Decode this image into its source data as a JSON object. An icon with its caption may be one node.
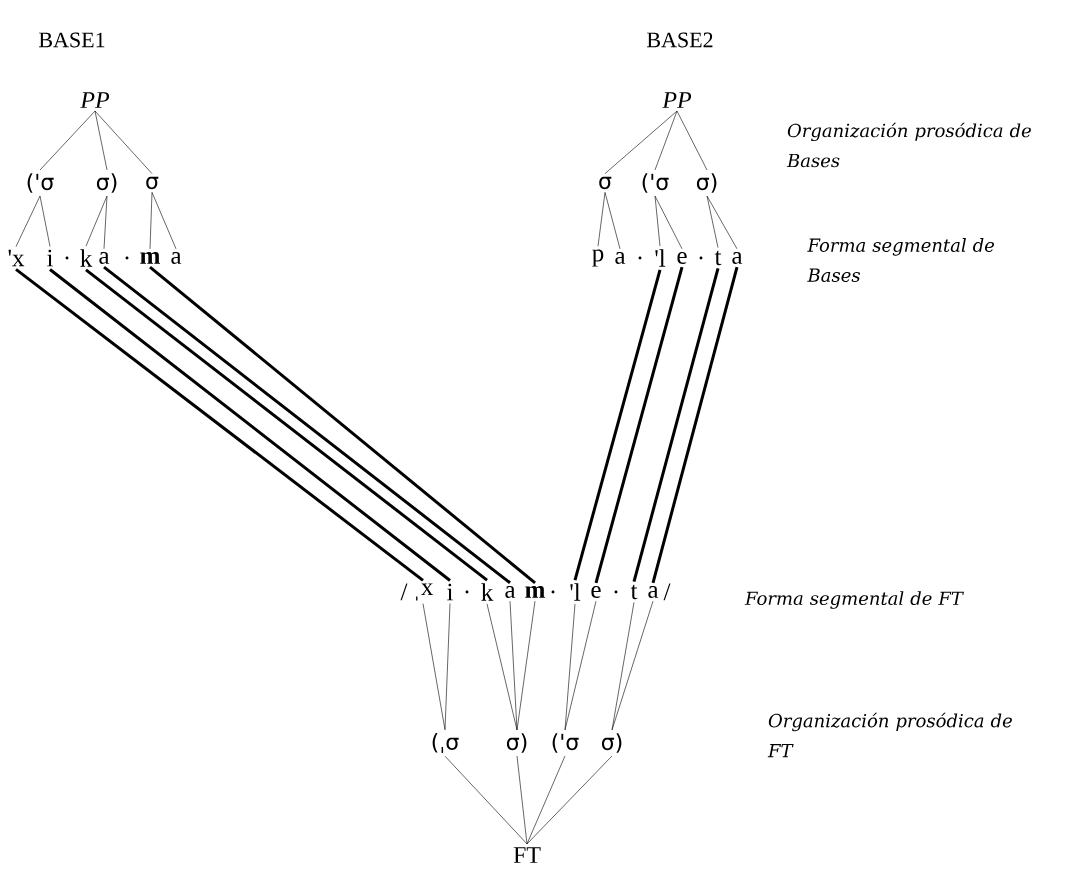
{
  "diagram": {
    "nodes": [
      {
        "text": [
          "PP"
        ]
      },
      {
        "text": [
          "('σ"
        ]
      },
      {
        "text": [
          "σ)"
        ]
      },
      {
        "text": [
          "σ"
        ]
      },
      {
        "text": [
          "'x"
        ]
      },
      {
        "text": [
          "i"
        ]
      },
      {
        "text": [
          "k"
        ]
      },
      {
        "text": [
          "a"
        ]
      },
      {
        "text": [
          "**m**"
        ]
      },
      {
        "text": [
          "a"
        ]
      },
      {
        "text": [
          "PP"
        ]
      },
      {
        "text": [
          "σ"
        ]
      },
      {
        "text": [
          "('σ"
        ]
      },
      {
        "text": [
          "σ)"
        ]
      },
      {
        "text": [
          "p"
        ]
      },
      {
        "text": [
          "a"
        ]
      },
      {
        "text": [
          "'l"
        ]
      },
      {
        "text": [
          "e"
        ]
      },
      {
        "text": [
          "t"
        ]
      },
      {
        "text": [
          "a"
        ]
      },
      {
        "text": [
          "ˌx"
        ]
      },
      {
        "text": [
          "i"
        ]
      },
      {
        "text": [
          "k"
        ]
      },
      {
        "text": [
          "a"
        ]
      },
      {
        "text": [
          "**m**"
        ]
      },
      {
        "text": [
          "'l"
        ]
      },
      {
        "text": [
          "e"
        ]
      },
      {
        "text": [
          "t"
        ]
      },
      {
        "text": [
          "a"
        ]
      },
      {
        "text": [
          "(ˌσ"
        ]
      },
      {
        "text": [
          "σ)"
        ]
      },
      {
        "text": [
          "('σ"
        ]
      },
      {
        "text": [
          "σ)"
        ]
      },
      {
        "text": [
          "FT"
        ]
      }
    ],
    "edges": [
      {
        "from": 0,
        "to": 1,
        "arrow": "none"
      },
      {
        "from": 0,
        "to": 2,
        "arrow": "none"
      },
      {
        "from": 0,
        "to": 3,
        "arrow": "none"
      },
      {
        "from": 1,
        "to": 4,
        "arrow": "none"
      },
      {
        "from": 1,
        "to": 5,
        "arrow": "none"
      },
      {
        "from": 2,
        "to": 6,
        "arrow": "none"
      },
      {
        "from": 2,
        "to": 7,
        "arrow": "none"
      },
      {
        "from": 3,
        "to": 8,
        "arrow": "none"
      },
      {
        "from": 3,
        "to": 9,
        "arrow": "none"
      },
      {
        "from": 10,
        "to": 11,
        "arrow": "none"
      },
      {
        "from": 10,
        "to": 12,
        "arrow": "none"
      },
      {
        "from": 10,
        "to": 13,
        "arrow": "none"
      },
      {
        "from": 11,
        "to": 14,
        "arrow": "none"
      },
      {
        "from": 11,
        "to": 15,
        "arrow": "none"
      },
      {
        "from": 12,
        "to": 16,
        "arrow": "none"
      },
      {
        "from": 12,
        "to": 17,
        "arrow": "none"
      },
      {
        "from": 13,
        "to": 18,
        "arrow": "none"
      },
      {
        "from": 13,
        "to": 19,
        "arrow": "none"
      },
      {
        "from": 4,
        "to": 20,
        "arrow": "none",
        "style": "thick"
      },
      {
        "from": 5,
        "to": 21,
        "arrow": "none",
        "style": "thick"
      },
      {
        "from": 6,
        "to": 22,
        "arrow": "none",
        "style": "thick"
      },
      {
        "from": 7,
        "to": 23,
        "arrow": "none",
        "style": "thick"
      },
      {
        "from": 8,
        "to": 24,
        "arrow": "none",
        "style": "thick"
      },
      {
        "from": 16,
        "to": 25,
        "arrow": "none",
        "style": "thick"
      },
      {
        "from": 17,
        "to": 26,
        "arrow": "none",
        "style": "thick"
      },
      {
        "from": 18,
        "to": 27,
        "arrow": "none",
        "style": "thick"
      },
      {
        "from": 19,
        "to": 28,
        "arrow": "none",
        "style": "thick"
      },
      {
        "from": 20,
        "to": 29,
        "arrow": "none"
      },
      {
        "from": 21,
        "to": 29,
        "arrow": "none"
      },
      {
        "from": 22,
        "to": 30,
        "arrow": "none"
      },
      {
        "from": 23,
        "to": 30,
        "arrow": "none"
      },
      {
        "from": 24,
        "to": 30,
        "arrow": "none"
      },
      {
        "from": 25,
        "to": 31,
        "arrow": "none"
      },
      {
        "from": 26,
        "to": 31,
        "arrow": "none"
      },
      {
        "from": 27,
        "to": 32,
        "arrow": "none"
      },
      {
        "from": 28,
        "to": 32,
        "arrow": "none"
      },
      {
        "from": 29,
        "to": 33,
        "arrow": "none"
      },
      {
        "from": 30,
        "to": 33,
        "arrow": "none"
      },
      {
        "from": 31,
        "to": 33,
        "arrow": "none"
      },
      {
        "from": 32,
        "to": 33,
        "arrow": "none"
      }
    ],
    "labels": [
      "BASE1",
      "BASE2",
      "Organización prosódica de Bases",
      ".",
      ".",
      ".",
      ".",
      "Forma segmental de Bases",
      "/",
      ".",
      ".",
      ".",
      "/",
      "Forma segmental de FT",
      "Organización prosódica de FT"
    ]
  }
}
